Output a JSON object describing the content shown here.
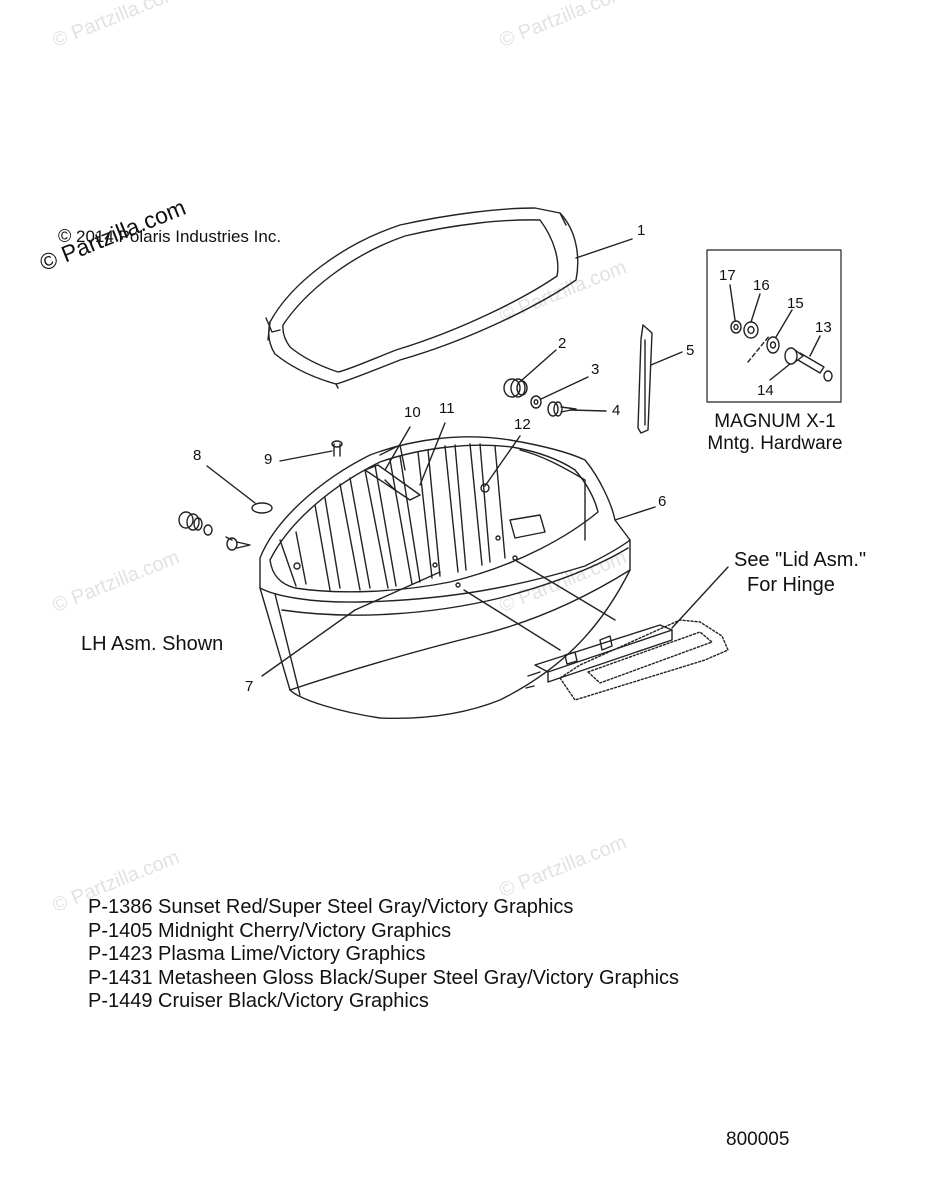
{
  "watermark": "Partzilla.com",
  "copyright": "2014 Polaris Industries Inc.",
  "copyright_symbol": "©",
  "brand": "© Partzilla.com",
  "captions": {
    "lh_asm": "LH Asm. Shown",
    "see_lid": "See \"Lid Asm.\"",
    "for_hinge": "For Hinge"
  },
  "hardware_box": {
    "title_line1": "MAGNUM X-1",
    "title_line2": "Mntg. Hardware",
    "callouts": [
      "13",
      "14",
      "15",
      "16",
      "17"
    ]
  },
  "callouts": [
    "1",
    "2",
    "3",
    "4",
    "5",
    "6",
    "7",
    "8",
    "9",
    "10",
    "11",
    "12"
  ],
  "graphics_list": [
    "P-1386 Sunset Red/Super Steel Gray/Victory Graphics",
    "P-1405 Midnight Cherry/Victory Graphics",
    "P-1423 Plasma Lime/Victory Graphics",
    "P-1431 Metasheen Gloss Black/Super Steel Gray/Victory Graphics",
    "P-1449 Cruiser Black/Victory Graphics"
  ],
  "diagram_number": "800005"
}
